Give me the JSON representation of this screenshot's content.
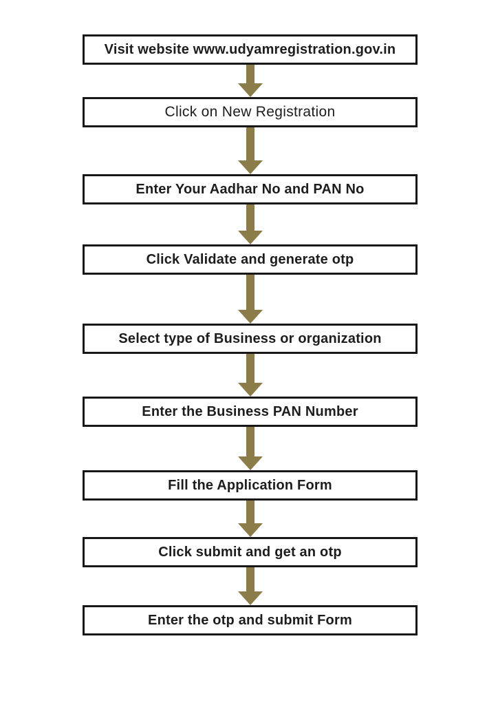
{
  "colors": {
    "arrow": "#8c7c49",
    "box_border": "#171717",
    "box_fill": "#ffffff",
    "text": "#1d1d1d",
    "background": "#ffffff"
  },
  "flowchart": {
    "type": "vertical-flow",
    "connector": "down-arrow",
    "steps": [
      {
        "label": "Visit website www.udyamregistration.gov.in",
        "weight": "bold"
      },
      {
        "label": "Click on New Registration",
        "weight": "regular"
      },
      {
        "label": "Enter Your Aadhar No and PAN No",
        "weight": "bold"
      },
      {
        "label": "Click Validate and generate otp",
        "weight": "bold"
      },
      {
        "label": "Select type of Business or organization",
        "weight": "bold"
      },
      {
        "label": "Enter the Business PAN Number",
        "weight": "bold"
      },
      {
        "label": "Fill the Application Form",
        "weight": "bold"
      },
      {
        "label": "Click submit and get an otp",
        "weight": "bold"
      },
      {
        "label": "Enter the otp and submit Form",
        "weight": "bold"
      }
    ]
  }
}
